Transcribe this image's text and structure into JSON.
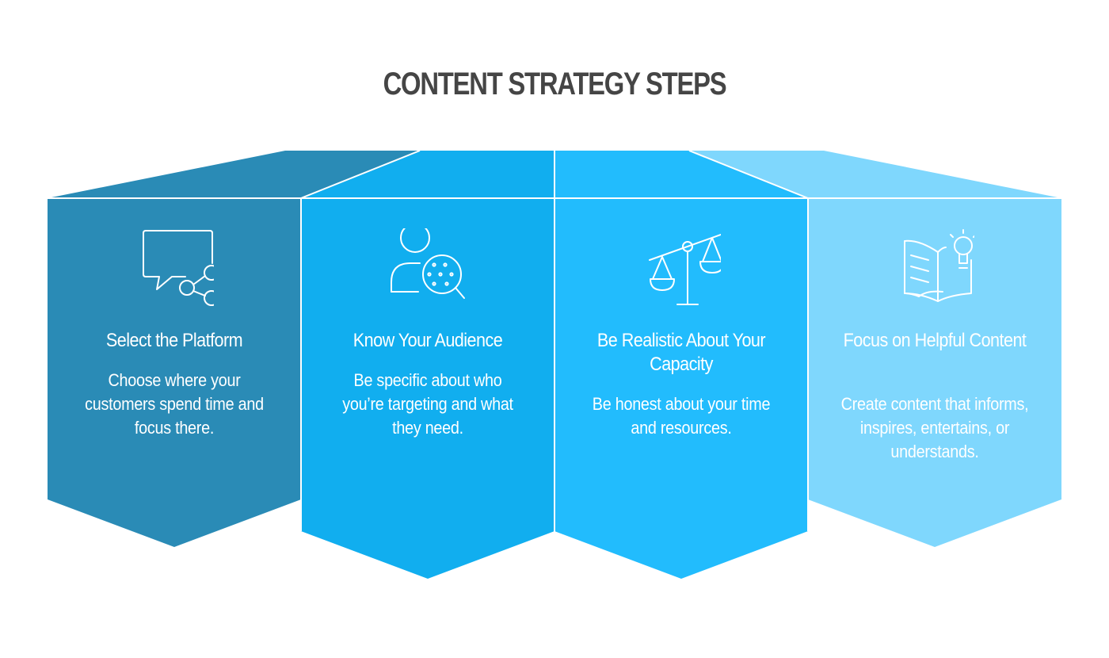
{
  "title": "CONTENT STRATEGY STEPS",
  "colors": {
    "step1": "#2a8bb6",
    "step2": "#11aeef",
    "step3": "#22bcfd",
    "step4": "#7fd7fd",
    "title": "#454545"
  },
  "steps": [
    {
      "icon": "chat-share-icon",
      "title": "Select the Platform",
      "description": "Choose where your customers spend time and focus there."
    },
    {
      "icon": "audience-search-icon",
      "title": "Know Your Audience",
      "description": "Be specific about who you’re targeting and what they need."
    },
    {
      "icon": "balance-scale-icon",
      "title": "Be Realistic About Your Capacity",
      "description": "Be honest about your time and resources."
    },
    {
      "icon": "book-lightbulb-icon",
      "title": "Focus on Helpful Content",
      "description": "Create content that informs, inspires, entertains, or understands."
    }
  ]
}
